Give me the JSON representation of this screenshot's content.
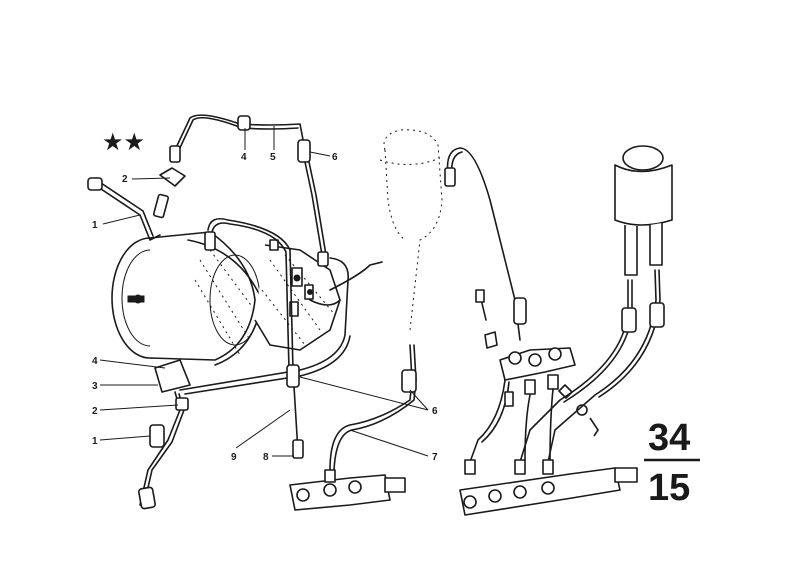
{
  "diagram": {
    "stars": "★★",
    "group_top": "34",
    "group_bottom": "15",
    "callouts": [
      {
        "id": "c-1-upper",
        "text": "1"
      },
      {
        "id": "c-2-upper",
        "text": "2"
      },
      {
        "id": "c-4-top",
        "text": "4"
      },
      {
        "id": "c-5-top",
        "text": "5"
      },
      {
        "id": "c-6-top",
        "text": "6"
      },
      {
        "id": "c-4-left",
        "text": "4"
      },
      {
        "id": "c-3-left",
        "text": "3"
      },
      {
        "id": "c-2-lower",
        "text": "2"
      },
      {
        "id": "c-1-lower",
        "text": "1"
      },
      {
        "id": "c-9",
        "text": "9"
      },
      {
        "id": "c-8",
        "text": "8"
      },
      {
        "id": "c-6-right",
        "text": "6"
      },
      {
        "id": "c-7",
        "text": "7"
      }
    ]
  },
  "colors": {
    "ink": "#1a1a1a",
    "paper": "#ffffff"
  }
}
